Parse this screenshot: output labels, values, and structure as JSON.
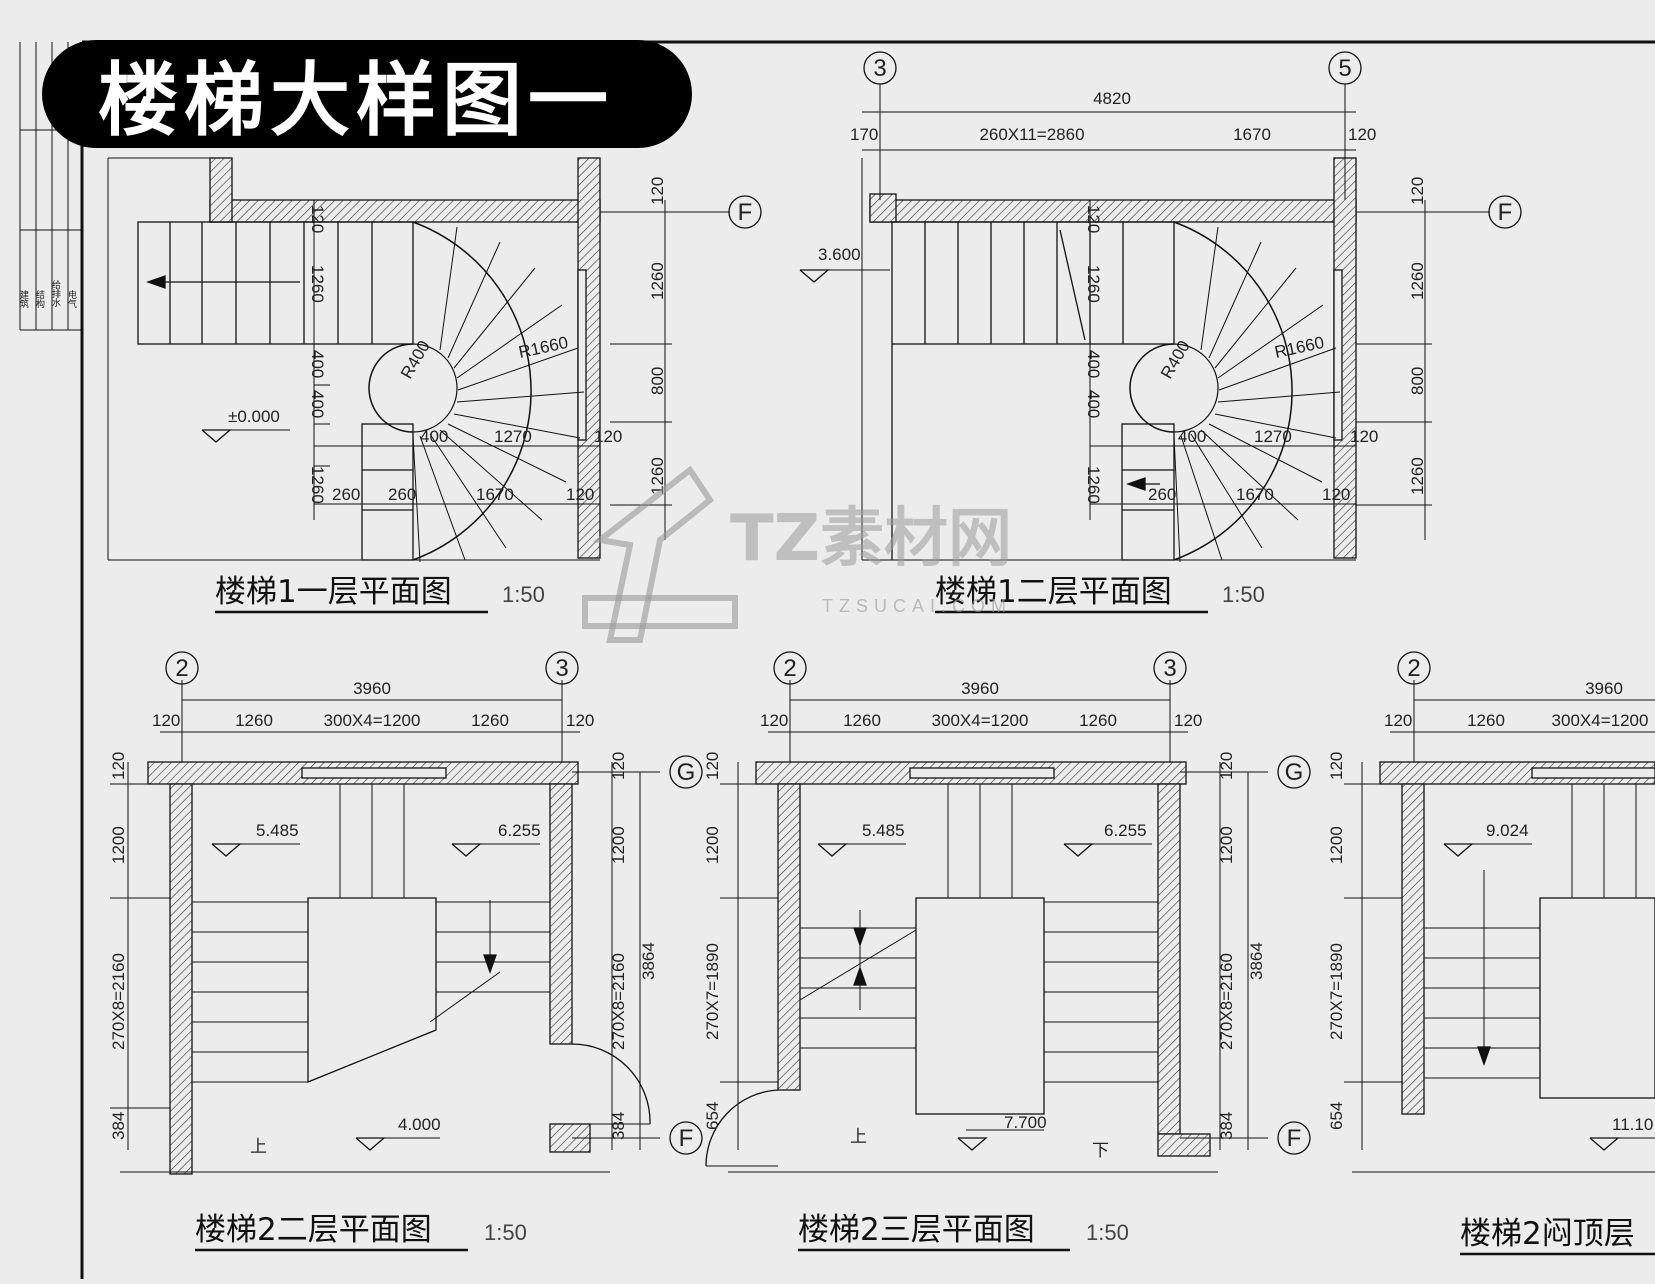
{
  "title": "楼梯大样图一",
  "title_block": {
    "col_1": "建筑",
    "col_2": "结构",
    "col_3": "给排水",
    "col_4": "电气"
  },
  "watermark": {
    "brand": "TZ素材网",
    "url": "TZSUCAI.COM"
  },
  "drawings": {
    "stair1_f1": {
      "label": "楼梯1一层平面图",
      "scale": "1:50",
      "elevation": "±0.000",
      "axis_f": "F",
      "dims": {
        "w120": "120",
        "v1260a": "1260",
        "v800": "800",
        "v1260b": "1260",
        "i120": "120",
        "i1260": "1260",
        "i400a": "400",
        "i400b": "400",
        "r400": "R400",
        "r1660": "R1660",
        "b400": "400",
        "b1270": "1270",
        "b120a": "120",
        "b260a": "260",
        "b260b": "260",
        "b1670": "1670",
        "b120b": "120",
        "i1260b": "1260"
      }
    },
    "stair1_f2": {
      "label": "楼梯1二层平面图",
      "scale": "1:50",
      "elevation": "3.600",
      "axis_3": "3",
      "axis_5": "5",
      "axis_f": "F",
      "dims": {
        "total": "4820",
        "d170": "170",
        "d2860": "260X11=2860",
        "d1670": "1670",
        "d120": "120",
        "w120": "120",
        "v1260a": "1260",
        "v800": "800",
        "v1260b": "1260",
        "i120": "120",
        "i1260": "1260",
        "i400a": "400",
        "i400b": "400",
        "r400": "R400",
        "r1660": "R1660",
        "b400": "400",
        "b1270": "1270",
        "b120a": "120",
        "i1260b": "1260",
        "b260": "260",
        "b1670": "1670",
        "b120b": "120"
      }
    },
    "stair2_f2": {
      "label": "楼梯2二层平面图",
      "scale": "1:50",
      "axis_2": "2",
      "axis_3": "3",
      "axis_g": "G",
      "axis_f": "F",
      "elev_a": "5.485",
      "elev_b": "6.255",
      "elev_c": "4.000",
      "up": "上",
      "dims": {
        "total": "3960",
        "d120a": "120",
        "d1260a": "1260",
        "d1200": "300X4=1200",
        "d1260b": "1260",
        "d120b": "120",
        "l120": "120",
        "l1200": "1200",
        "l2160": "270X8=2160",
        "l384": "384",
        "r120": "120",
        "r1200": "1200",
        "r2160": "270X8=2160",
        "r384": "384",
        "r3864": "3864"
      }
    },
    "stair2_f3": {
      "label": "楼梯2三层平面图",
      "scale": "1:50",
      "axis_2": "2",
      "axis_3": "3",
      "axis_g": "G",
      "axis_f": "F",
      "elev_a": "5.485",
      "elev_b": "6.255",
      "elev_c": "7.700",
      "up": "上",
      "down": "下",
      "dims": {
        "total": "3960",
        "d120a": "120",
        "d1260a": "1260",
        "d1200": "300X4=1200",
        "d1260b": "1260",
        "d120b": "120",
        "l120": "120",
        "l1200": "1200",
        "l1890": "270X7=1890",
        "l654": "654",
        "r120": "120",
        "r1200": "1200",
        "r2160": "270X8=2160",
        "r384": "384",
        "r3864": "3864"
      }
    },
    "stair2_roof": {
      "label": "楼梯2闷顶层",
      "axis_2": "2",
      "elev_a": "9.024",
      "elev_b": "11.10",
      "dims": {
        "total": "3960",
        "d120": "120",
        "d1260": "1260",
        "d1200": "300X4=1200",
        "l120": "120",
        "l1200": "1200",
        "l1890": "270X7=1890",
        "l654": "654"
      }
    }
  }
}
